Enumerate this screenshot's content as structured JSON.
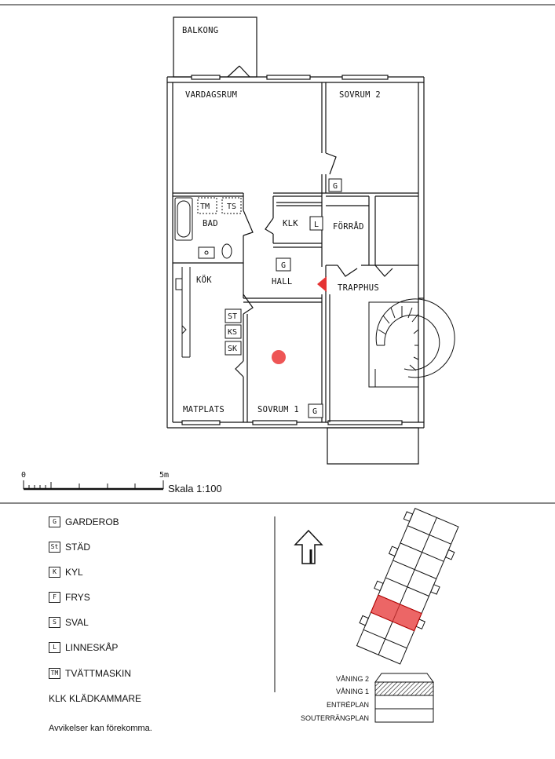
{
  "rooms": {
    "balkong": "BALKONG",
    "vardagsrum": "VARDAGSRUM",
    "sovrum2": "SOVRUM 2",
    "bad": "BAD",
    "klk": "KLK",
    "forrad": "FÖRRÅD",
    "kok": "KÖK",
    "hall": "HALL",
    "trapphus": "TRAPPHUS",
    "matplats": "MATPLATS",
    "sovrum1": "SOVRUM 1"
  },
  "fixtures": {
    "tm": "TM",
    "ts": "TS",
    "g": "G",
    "l": "L",
    "st": "ST",
    "ks": "KS",
    "sk": "SK"
  },
  "scale": {
    "zero": "0",
    "five": "5m",
    "label": "Skala 1:100"
  },
  "legend": [
    {
      "code": "G",
      "label": "GARDEROB"
    },
    {
      "code": "St",
      "label": "STÄD"
    },
    {
      "code": "K",
      "label": "KYL"
    },
    {
      "code": "F",
      "label": "FRYS"
    },
    {
      "code": "S",
      "label": "SVAL"
    },
    {
      "code": "L",
      "label": "LINNESKÅP"
    },
    {
      "code": "TM",
      "label": "TVÄTTMASKIN"
    }
  ],
  "legend_klk": "KLK KLÄDKAMMARE",
  "disclaimer": "Avvikelser kan förekomma.",
  "floors": [
    "VÅNING 2",
    "VÅNING 1",
    "ENTRÉPLAN",
    "SOUTERRÄNGPLAN"
  ],
  "colors": {
    "highlight": "#e53333",
    "marker": "#ee5555",
    "line": "#111111"
  }
}
